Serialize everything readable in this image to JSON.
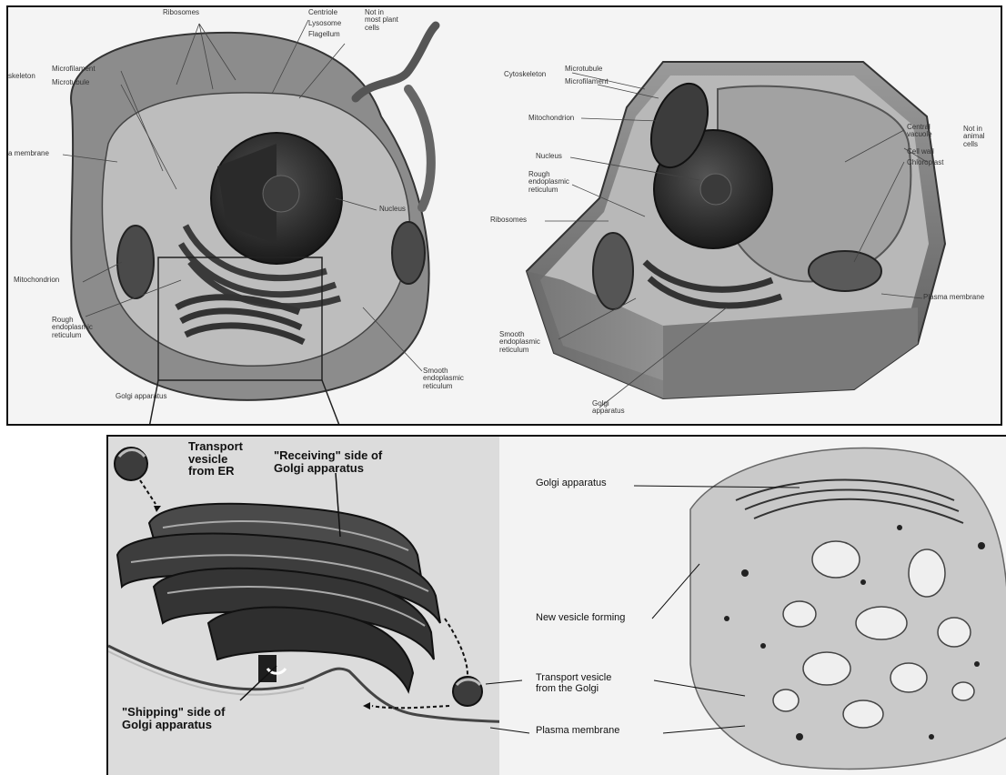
{
  "animal_cell": {
    "labels": {
      "ribosomes": "Ribosomes",
      "centriole": "Centriole",
      "lysosome": "Lysosome",
      "flagellum": "Flagellum",
      "not_in_plant": "Not in\nmost plant\ncells",
      "microfilament": "Microfilament",
      "microtubule": "Microtubule",
      "cytoskeleton": "skeleton",
      "plasma_membrane": "a membrane",
      "nucleus": "Nucleus",
      "mitochondrion": "Mitochondrion",
      "rough_er": "Rough\nendoplasmic\nreticulum",
      "golgi": "Golgi apparatus",
      "smooth_er": "Smooth\nendoplasmic\nreticulum"
    }
  },
  "plant_cell": {
    "labels": {
      "cytoskeleton": "Cytoskeleton",
      "microtubule": "Microtubule",
      "microfilament": "Microfilament",
      "mitochondrion": "Mitochondrion",
      "nucleus": "Nucleus",
      "rough_er": "Rough\nendoplasmic\nreticulum",
      "ribosomes": "Ribosomes",
      "central_vacuole": "Central\nvacuole",
      "cell_wall": "Cell wall",
      "chloroplast": "Chloroplast",
      "not_in_animal": "Not in\nanimal\ncells",
      "plasma_membrane": "Plasma membrane",
      "smooth_er": "Smooth\nendoplasmic\nreticulum",
      "golgi": "Golgi\napparatus"
    }
  },
  "golgi_diagram": {
    "labels": {
      "transport_er": "Transport\nvesicle\nfrom ER",
      "receiving": "\"Receiving\" side of\nGolgi apparatus",
      "shipping": "\"Shipping\" side of\nGolgi apparatus"
    }
  },
  "micrograph": {
    "labels": {
      "golgi": "Golgi apparatus",
      "new_vesicle": "New vesicle forming",
      "transport_golgi": "Transport vesicle\nfrom the Golgi",
      "plasma_membrane": "Plasma membrane"
    }
  }
}
